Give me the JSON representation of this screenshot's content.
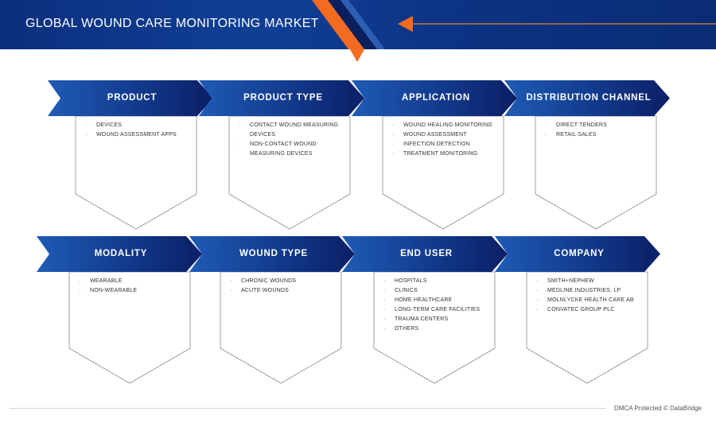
{
  "header": {
    "title": "GLOBAL WOUND CARE MONITORING MARKET",
    "arrow_icon": "left-arrow-icon"
  },
  "colors": {
    "header_blue": "#0f3f95",
    "chevron_dark": "#0b1f66",
    "chevron_light": "#1f5bb5",
    "accent_orange": "#f26b21"
  },
  "categories": [
    {
      "label": "PRODUCT",
      "items": [
        "DEVICES",
        "WOUND ASSESSMENT APPS"
      ]
    },
    {
      "label": "PRODUCT TYPE",
      "items": [
        "CONTACT WOUND MEASURING DEVICES",
        "NON-CONTACT WOUND MEASURING DEVICES"
      ]
    },
    {
      "label": "APPLICATION",
      "items": [
        "WOUND HEALING MONITORING",
        "WOUND ASSESSMENT",
        "INFECTION DETECTION",
        "TREATMENT MONITORING"
      ]
    },
    {
      "label": "DISTRIBUTION CHANNEL",
      "items": [
        "DIRECT TENDERS",
        "RETAIL SALES"
      ]
    },
    {
      "label": "MODALITY",
      "items": [
        "WEARABLE",
        "NON-WEARABLE"
      ]
    },
    {
      "label": "WOUND TYPE",
      "items": [
        "CHRONIC WOUNDS",
        "ACUTE WOUNDS"
      ]
    },
    {
      "label": "END USER",
      "items": [
        "HOSPITALS",
        "CLINICS",
        "HOME HEALTHCARE",
        "LONG-TERM CARE FACILITIES",
        "TRAUMA CENTERS",
        "OTHERS"
      ]
    },
    {
      "label": "COMPANY",
      "items": [
        "SMITH+NEPHEW",
        "MEDLINE INDUSTRIES, LP",
        "MOLNLYCKE HEALTH CARE AB",
        "CONVATEC GROUP PLC"
      ]
    }
  ],
  "footer": {
    "text": "DMCA Protected © DataBridge"
  }
}
